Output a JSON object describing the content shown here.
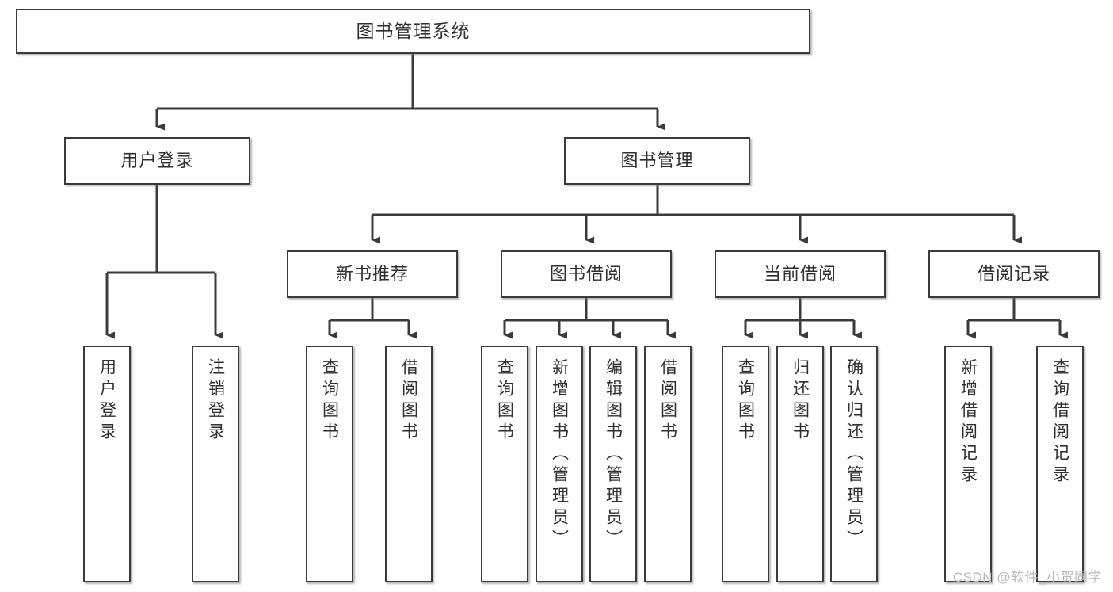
{
  "diagram": {
    "title": "图书管理系统",
    "type": "tree-hierarchy",
    "watermark": "CSDN @软件_小贺同学",
    "colors": {
      "box_border": "#3b3b3b",
      "box_fill": "#ffffff",
      "connector": "#3b3b3b",
      "text": "#2f2f2f",
      "watermark": "#b9b9b9",
      "background": "#ffffff"
    },
    "nodes": {
      "root": {
        "label": "图书管理系统"
      },
      "level2": [
        {
          "id": "user-login",
          "label": "用户登录"
        },
        {
          "id": "book-manage",
          "label": "图书管理"
        }
      ],
      "level3": [
        {
          "id": "new-book-recommend",
          "label": "新书推荐"
        },
        {
          "id": "book-borrow",
          "label": "图书借阅"
        },
        {
          "id": "current-borrow",
          "label": "当前借阅"
        },
        {
          "id": "borrow-record",
          "label": "借阅记录"
        }
      ],
      "leaves": {
        "user_login": [
          {
            "id": "leaf-user-login",
            "label": "用户登录"
          },
          {
            "id": "leaf-logout-login",
            "label": "注销登录"
          }
        ],
        "new_book_recommend": [
          {
            "id": "leaf-query-book-1",
            "label": "查询图书"
          },
          {
            "id": "leaf-borrow-book-1",
            "label": "借阅图书"
          }
        ],
        "book_borrow": [
          {
            "id": "leaf-query-book-2",
            "label": "查询图书"
          },
          {
            "id": "leaf-add-book",
            "label": "新增图书（管理员）"
          },
          {
            "id": "leaf-edit-book",
            "label": "编辑图书（管理员）"
          },
          {
            "id": "leaf-borrow-book-2",
            "label": "借阅图书"
          }
        ],
        "current_borrow": [
          {
            "id": "leaf-query-book-3",
            "label": "查询图书"
          },
          {
            "id": "leaf-return-book",
            "label": "归还图书"
          },
          {
            "id": "leaf-confirm-return",
            "label": "确认归还（管理员）"
          }
        ],
        "borrow_record": [
          {
            "id": "leaf-add-record",
            "label": "新增借阅记录"
          },
          {
            "id": "leaf-query-record",
            "label": "查询借阅记录"
          }
        ]
      }
    }
  }
}
